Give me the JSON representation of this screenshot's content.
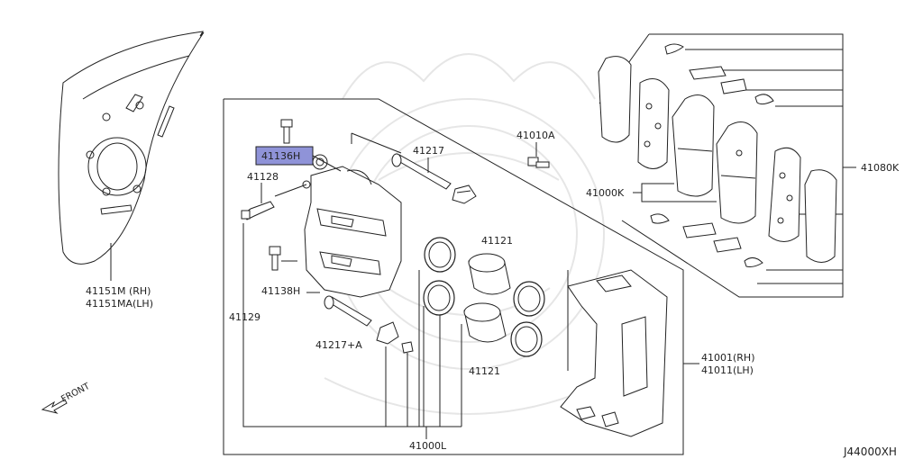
{
  "diagram_id": "J44000XH",
  "direction_label": "FRONT",
  "labels": {
    "shield": [
      "41151M (RH)",
      "41151MA(LH)"
    ],
    "bolt_highlight": "41136H",
    "bolt_lower": "41138H",
    "bleeder": "41128",
    "pin_upper": "41217",
    "pin_lower": "41217+A",
    "pin_bolt": "41010A",
    "pistons_top": "41121",
    "pistons_bottom": "41121",
    "boot_group": "41129",
    "seal_kit": "41000L",
    "pad_kit": "41080K",
    "pad_set": "41000K",
    "caliper": [
      "41001(RH)",
      "41011(LH)"
    ]
  },
  "colors": {
    "highlight": "#8f93d8",
    "line": "#222222",
    "watermark": "#e6e6e6"
  }
}
